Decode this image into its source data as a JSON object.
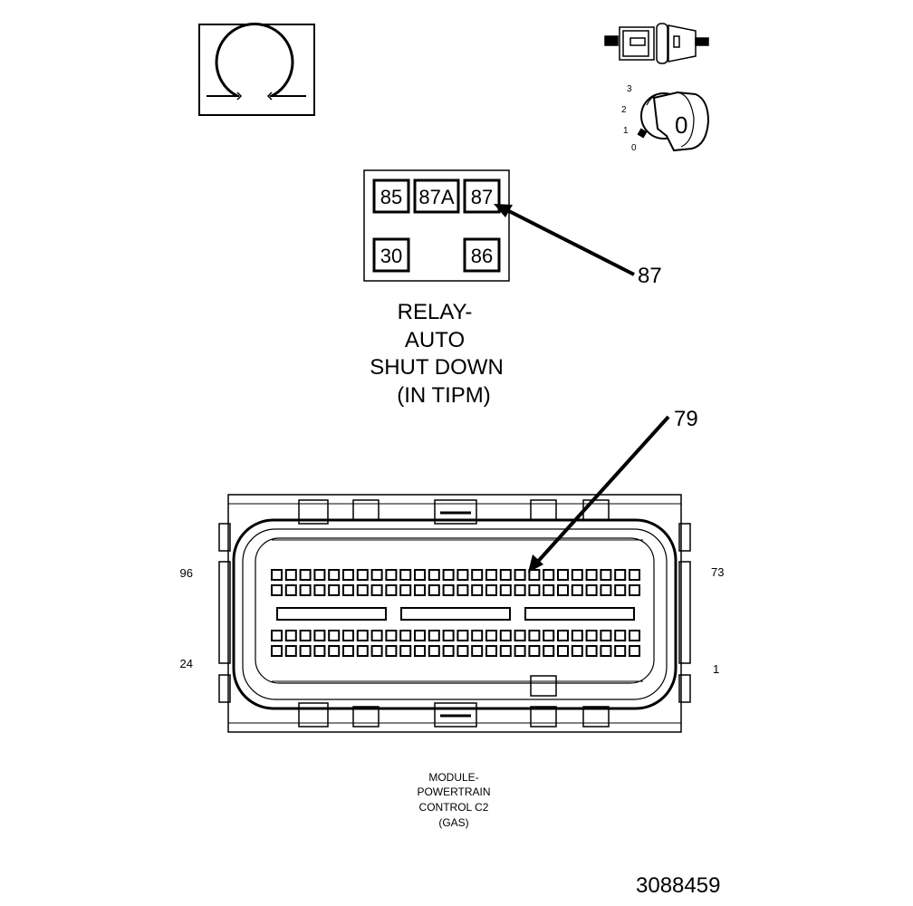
{
  "ohm_symbol": "Ω",
  "ignition": {
    "positions": [
      "3",
      "2",
      "1",
      "0"
    ],
    "key_label": "0"
  },
  "relay": {
    "pins": [
      "85",
      "87A",
      "87",
      "30",
      "86"
    ],
    "callout": "87",
    "title_lines": [
      "RELAY-",
      "AUTO",
      "SHUT DOWN",
      "(IN TIPM)"
    ]
  },
  "connector": {
    "callout": "79",
    "pin_labels": {
      "top_left": "96",
      "top_right": "73",
      "bottom_left": "24",
      "bottom_right": "1"
    },
    "title_lines": [
      "MODULE-",
      "POWERTRAIN",
      "CONTROL C2",
      "(GAS)"
    ]
  },
  "figure_id": "3088459"
}
